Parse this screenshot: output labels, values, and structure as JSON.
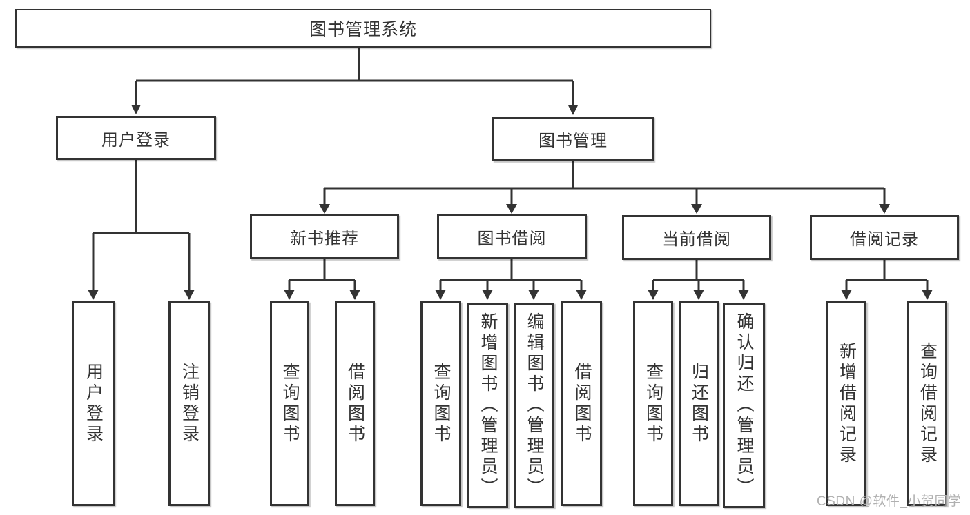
{
  "diagram": {
    "root": "图书管理系统",
    "level1": [
      "用户登录",
      "图书管理"
    ],
    "level2": [
      "新书推荐",
      "图书借阅",
      "当前借阅",
      "借阅记录"
    ],
    "leaves": [
      "用户登录",
      "注销登录",
      "查询图书",
      "借阅图书",
      "查询图书",
      "新增图书（管理员）",
      "编辑图书（管理员）",
      "借阅图书",
      "查询图书",
      "归还图书",
      "确认归还（管理员）",
      "新增借阅记录",
      "查询借阅记录"
    ]
  },
  "watermark": "CSDN @软件_小贺同学",
  "colors": {
    "line": "#333333",
    "box_border": "#333333",
    "text": "#333333",
    "background": "#ffffff",
    "watermark": "#b0b0b0"
  }
}
